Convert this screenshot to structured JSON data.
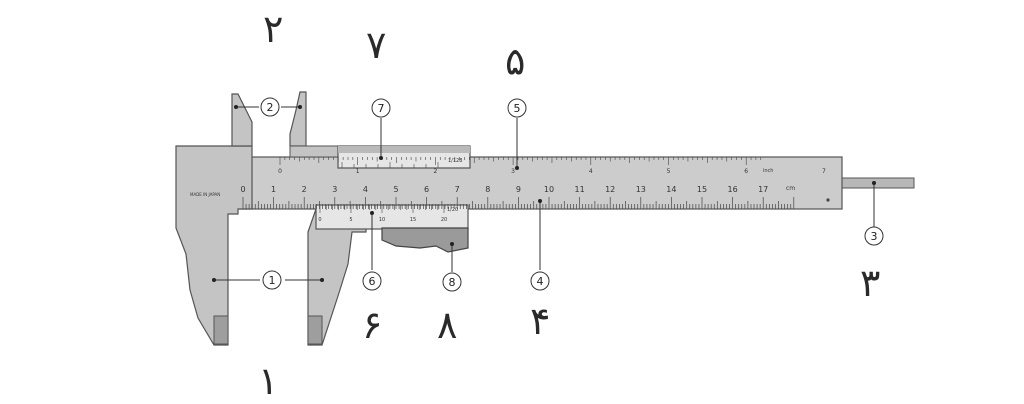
{
  "colors": {
    "metal": "#c9c9c9",
    "metal_dark": "#a8a8a8",
    "outline": "#555555",
    "ink": "#333333"
  },
  "main_scale": {
    "cm_labels": [
      "0",
      "1",
      "2",
      "3",
      "4",
      "5",
      "6",
      "7",
      "8",
      "9",
      "10",
      "11",
      "12",
      "13",
      "14",
      "15",
      "16",
      "17"
    ],
    "unit": "cm",
    "inch_labels": [
      "0",
      "1",
      "2",
      "3",
      "4",
      "5",
      "6",
      "7"
    ],
    "inch_unit": "inch",
    "brand": "MADE IN JAPAN"
  },
  "vernier": {
    "precision": "1/20",
    "inch_precision": "1/128",
    "labels": [
      "0",
      "5",
      "10",
      "15",
      "20"
    ]
  },
  "callouts": [
    "1",
    "2",
    "3",
    "4",
    "5",
    "6",
    "7",
    "8"
  ],
  "big_labels": [
    "۱",
    "۲",
    "۳",
    "۴",
    "۵",
    "۶",
    "۷",
    "۸"
  ]
}
